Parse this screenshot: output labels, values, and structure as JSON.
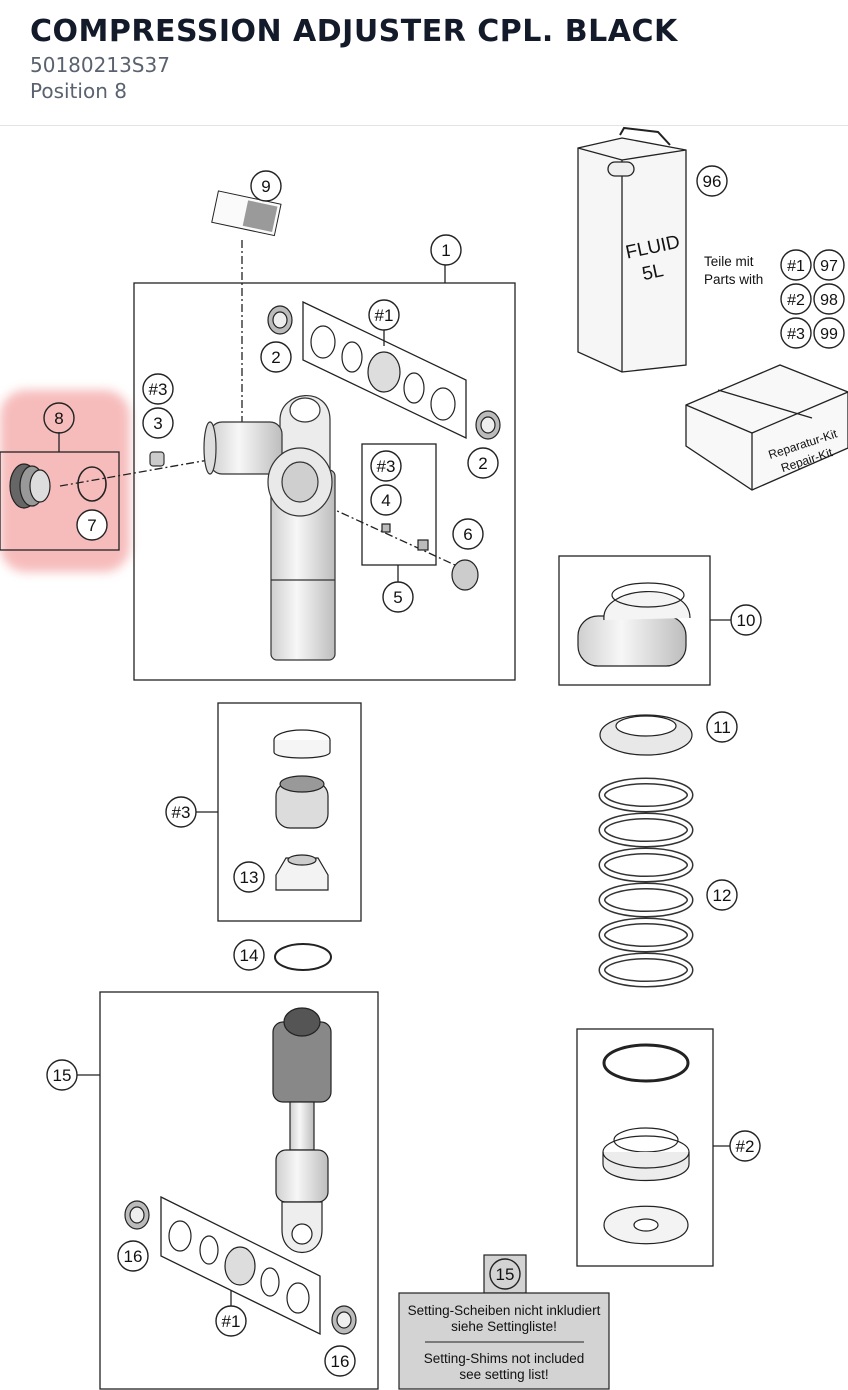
{
  "header": {
    "title": "COMPRESSION ADJUSTER CPL. BLACK",
    "part_number": "50180213S37",
    "position": "Position 8"
  },
  "diagram": {
    "highlight_color": "#f4a6a6",
    "callouts": {
      "c9": "9",
      "c1": "1",
      "c96": "96",
      "c_h1_top": "#1",
      "c2a": "2",
      "c2b": "2",
      "c_h3_left": "#3",
      "c3": "3",
      "c8": "8",
      "c7": "7",
      "c_h3_mid": "#3",
      "c4": "4",
      "c6": "6",
      "c5": "5",
      "c10": "10",
      "c11": "11",
      "c12": "12",
      "c_h3_kit": "#3",
      "c13": "13",
      "c14": "14",
      "c15": "15",
      "c16a": "16",
      "c16b": "16",
      "c_h1_bottom": "#1",
      "c_h2": "#2",
      "c15_note": "15"
    },
    "legend": {
      "label_de": "Teile mit",
      "label_en": "Parts with",
      "rows": [
        {
          "kit": "#1",
          "part": "97"
        },
        {
          "kit": "#2",
          "part": "98"
        },
        {
          "kit": "#3",
          "part": "99"
        }
      ]
    },
    "fluid_can": {
      "line1": "FLUID",
      "line2": "5L"
    },
    "repair_box": {
      "line1": "Reparatur-Kit",
      "line2": "Repair-Kit"
    },
    "note": {
      "de_line1": "Setting-Scheiben nicht inkludiert",
      "de_line2": "siehe Settingliste!",
      "en_line1": "Setting-Shims not included",
      "en_line2": "see setting list!"
    }
  }
}
